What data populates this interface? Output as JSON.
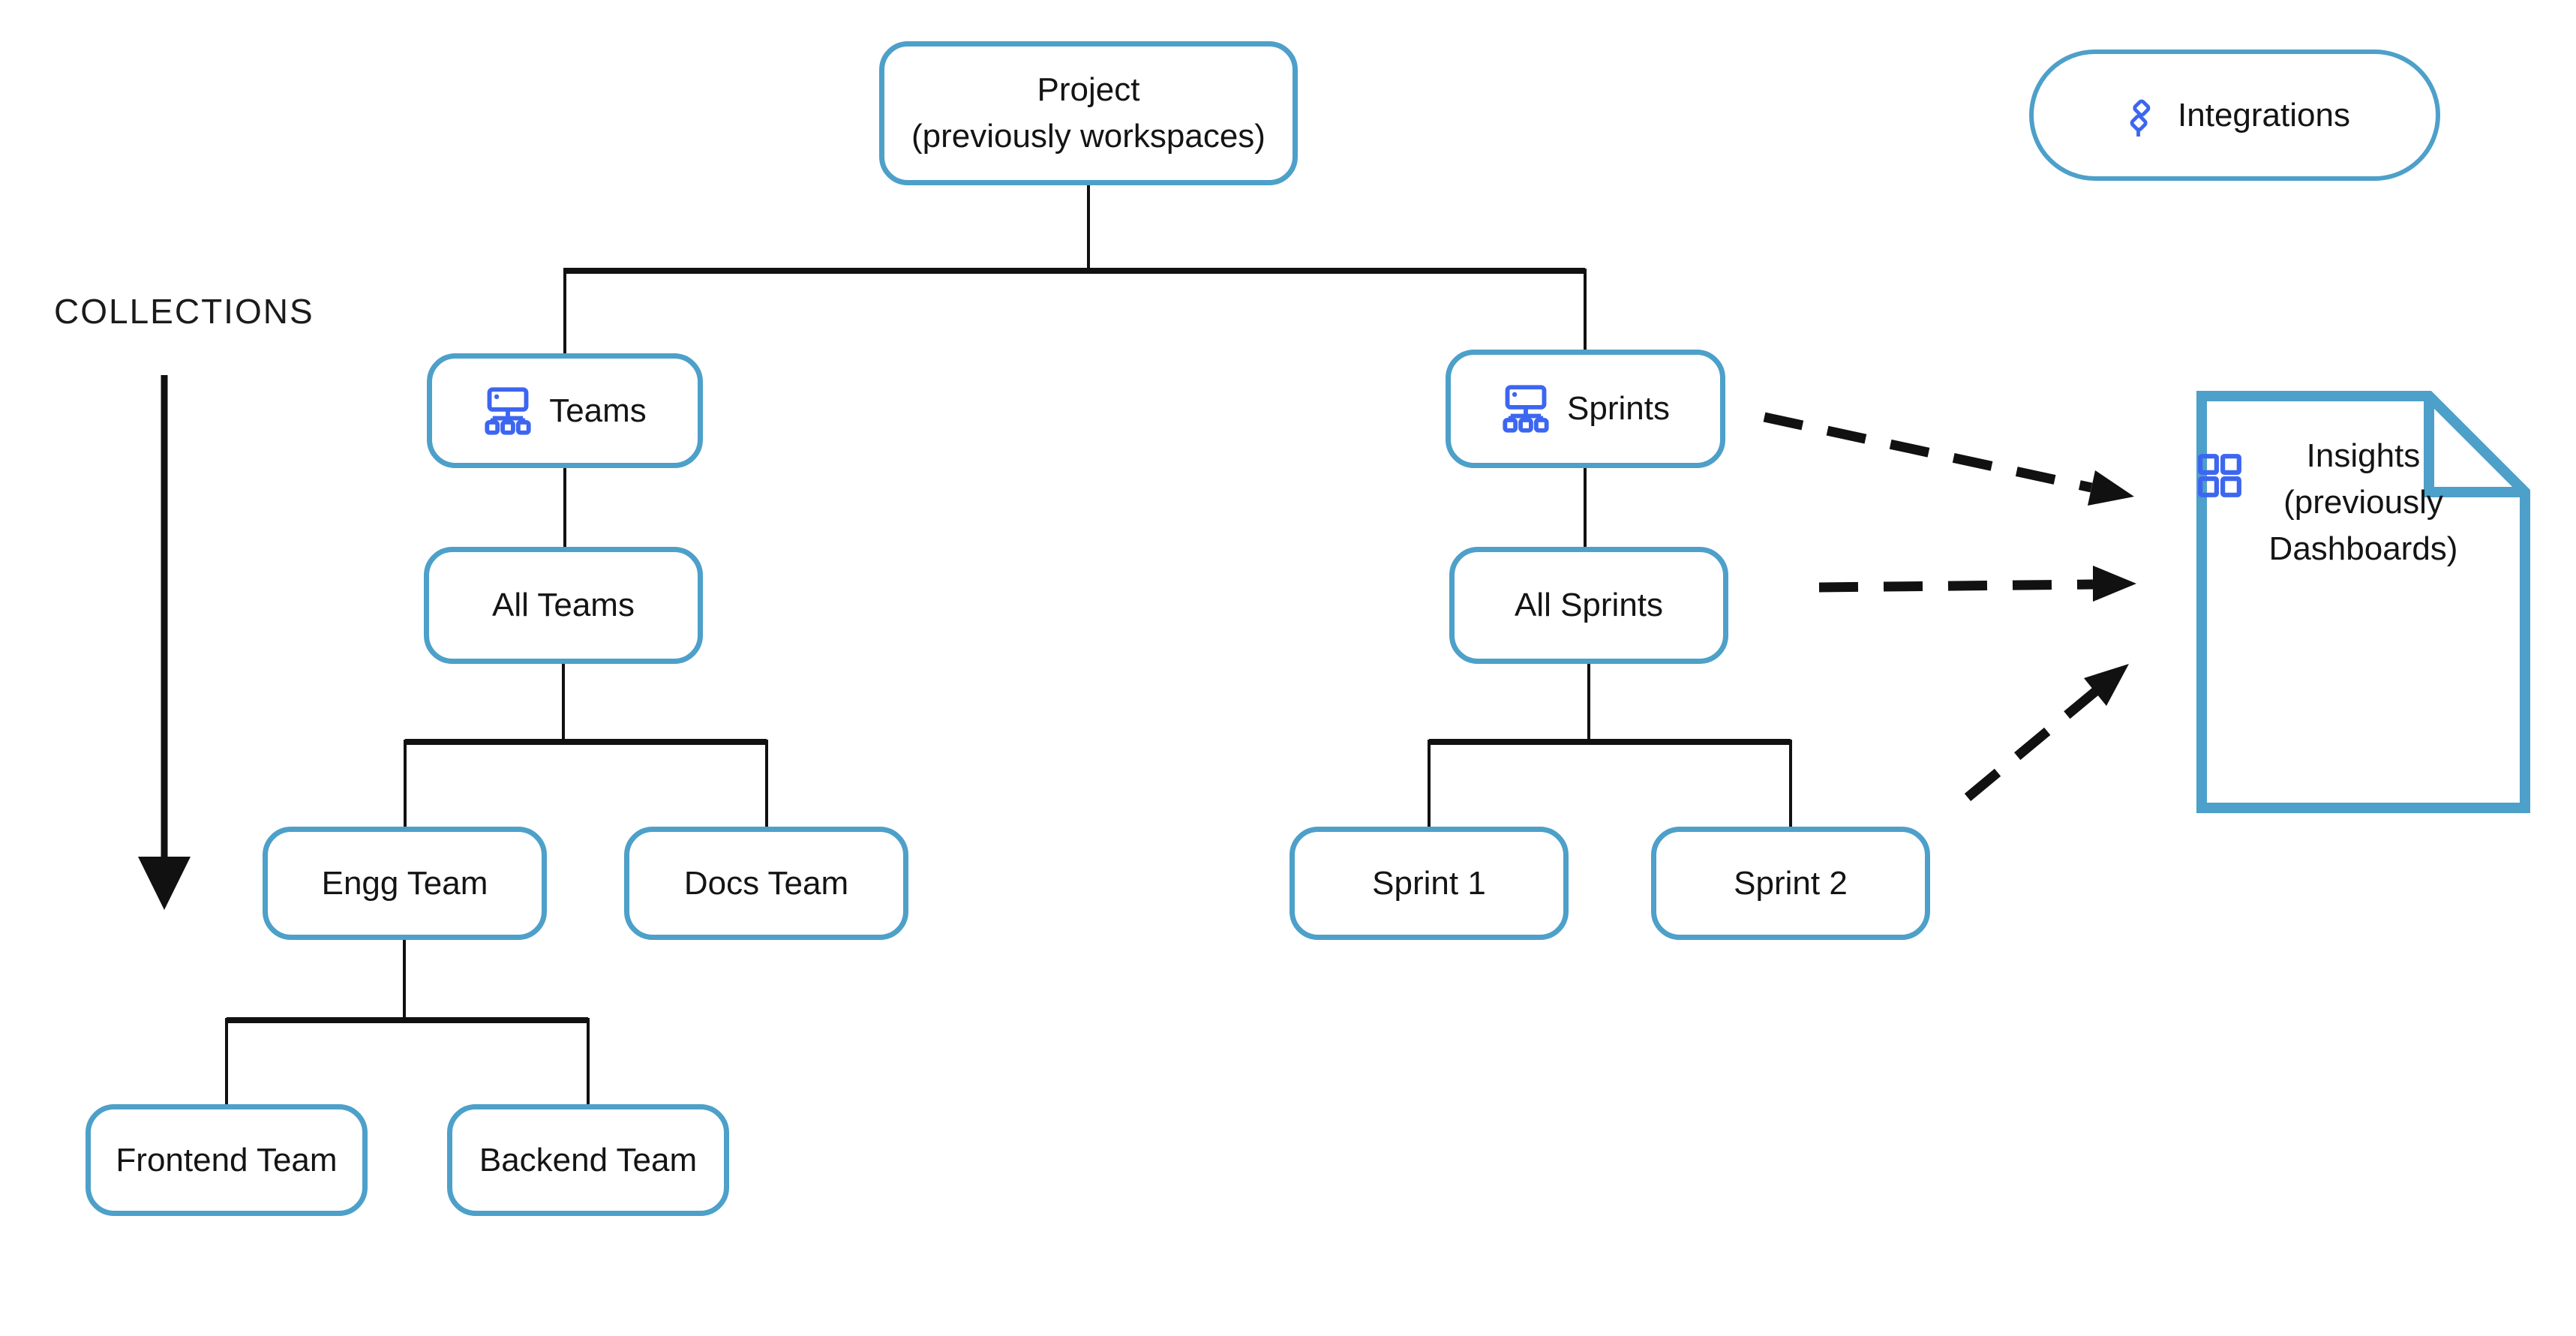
{
  "theme": {
    "accent": "#4DA0C9",
    "icon_blue": "#3D66F0",
    "line": "#111111",
    "text": "#141414",
    "background": "#ffffff"
  },
  "labels": {
    "collections": "COLLECTIONS"
  },
  "nodes": {
    "project": {
      "line1": "Project",
      "line2": "(previously workspaces)"
    },
    "integrations": {
      "label": "Integrations"
    },
    "teams": {
      "label": "Teams"
    },
    "sprints": {
      "label": "Sprints"
    },
    "all_teams": {
      "label": "All Teams"
    },
    "all_sprints": {
      "label": "All Sprints"
    },
    "engg_team": {
      "label": "Engg Team"
    },
    "docs_team": {
      "label": "Docs Team"
    },
    "sprint_1": {
      "label": "Sprint 1"
    },
    "sprint_2": {
      "label": "Sprint 2"
    },
    "frontend_team": {
      "label": "Frontend Team"
    },
    "backend_team": {
      "label": "Backend Team"
    },
    "insights": {
      "line1": "Insights",
      "line2": "(previously",
      "line3": "Dashboards)"
    }
  },
  "icons": {
    "teams": "org-chart-icon",
    "sprints": "org-chart-icon",
    "integrations": "plug-connector-icon",
    "insights": "grid-icon"
  }
}
